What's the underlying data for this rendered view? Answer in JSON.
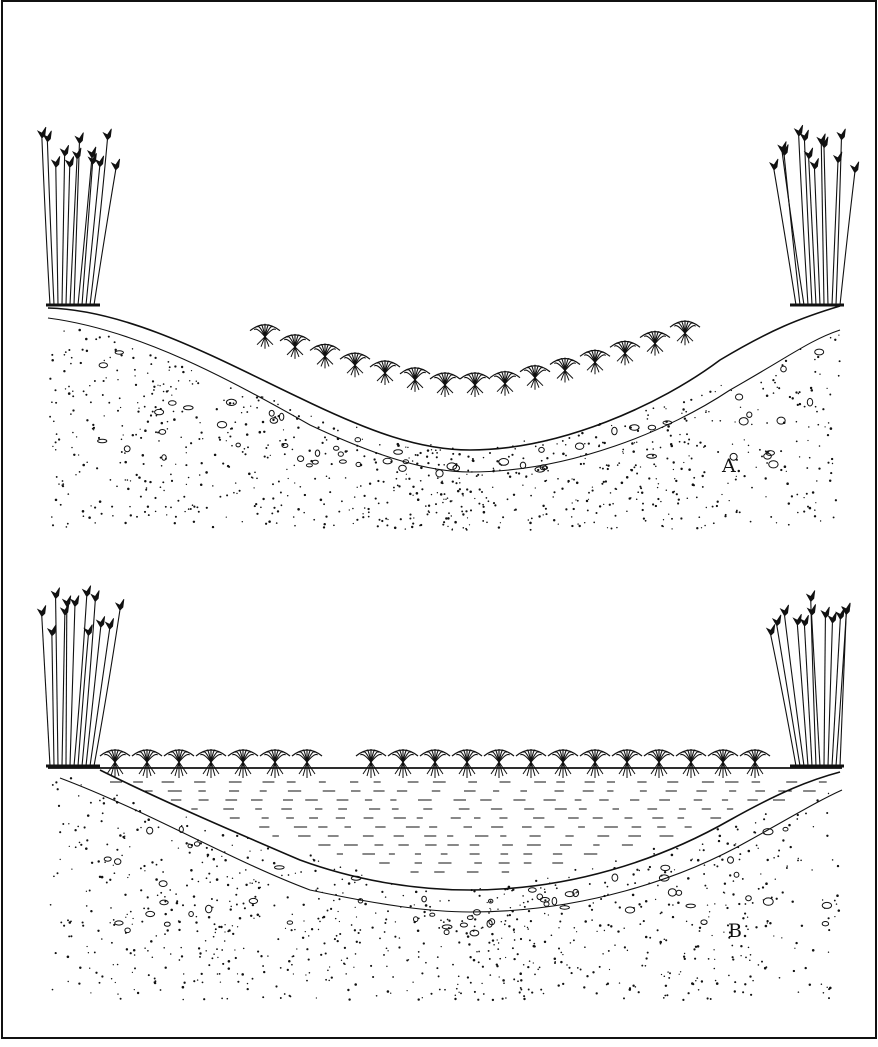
{
  "panels": [
    {
      "id": "A",
      "label": "A."
    },
    {
      "id": "B",
      "label": "B."
    }
  ],
  "colors": {
    "ink": "#111111",
    "paper": "#ffffff"
  }
}
